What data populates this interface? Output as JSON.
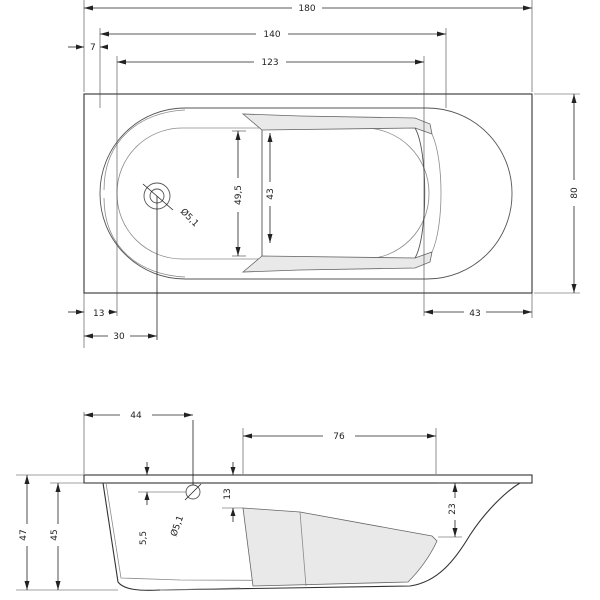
{
  "top_view": {
    "dim_overall_length": "180",
    "dim_inner_length": "140",
    "dim_bottom_length": "123",
    "dim_side_offset": "7",
    "dim_overall_width": "80",
    "dim_bottom_width": "49,5",
    "dim_backrest_width": "43",
    "dim_drain_diameter": "Ø5,1",
    "dim_left_margin": "13",
    "dim_drain_offset": "30",
    "dim_right_margin": "43"
  },
  "side_view": {
    "dim_drain_offset": "44",
    "dim_backrest_length": "76",
    "dim_total_height": "47",
    "dim_inner_depth": "45",
    "dim_overflow_height": "13",
    "dim_overflow_diameter": "Ø5,1",
    "dim_overflow_offset": "5,5",
    "dim_backrest_height": "23"
  }
}
